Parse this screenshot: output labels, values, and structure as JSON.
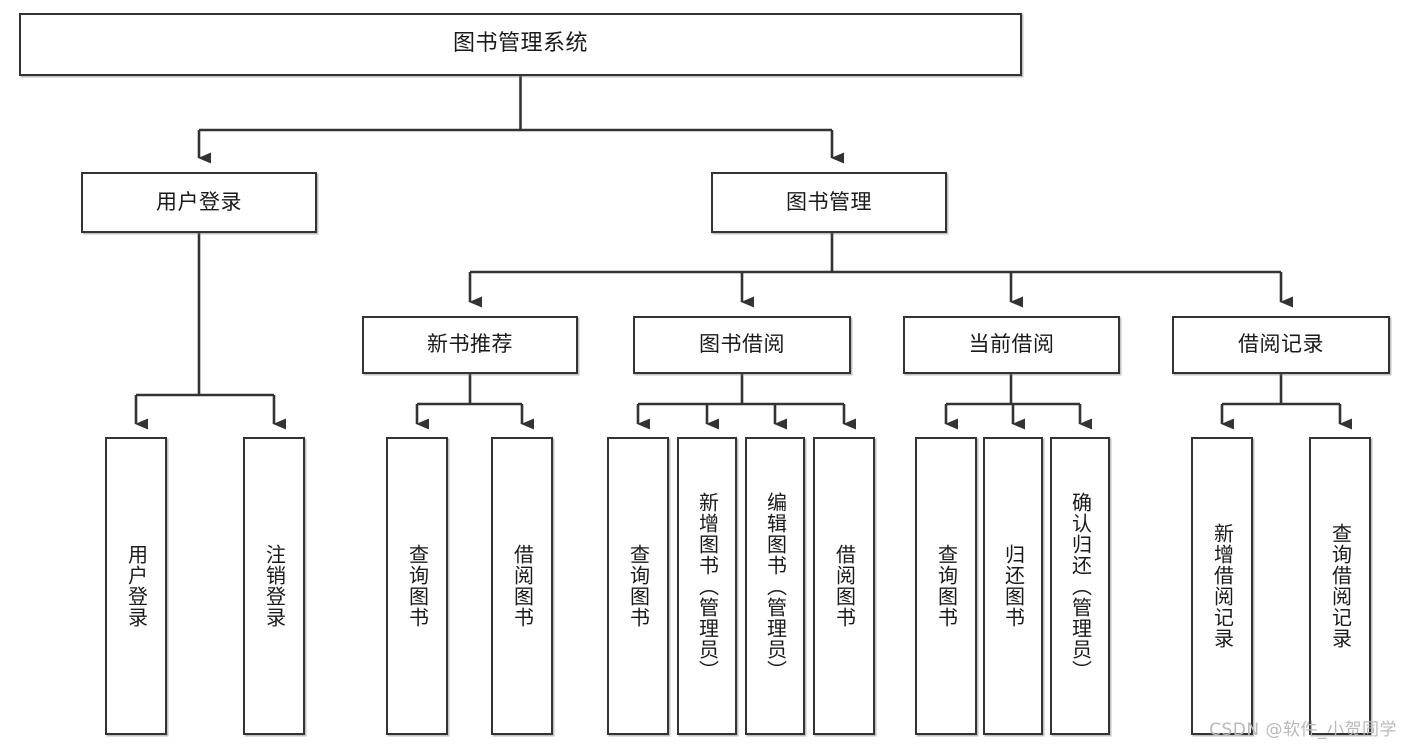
{
  "diagram": {
    "type": "hierarchy-tree",
    "title": "图书管理系统",
    "watermark": "CSDN @软件_小贺同学",
    "colors": {
      "border": "#333333",
      "background": "#ffffff",
      "text": "#1a1a1a",
      "connector": "#333333",
      "watermark": "#b9b9b9"
    },
    "nodes": {
      "root": "图书管理系统",
      "user_login": "用户登录",
      "book_manage": "图书管理",
      "new_book_rec": "新书推荐",
      "book_borrow": "图书借阅",
      "current_borrow": "当前借阅",
      "borrow_record": "借阅记录",
      "leaf_user_login": "用户登录",
      "leaf_logout_login": "注销登录",
      "leaf_rec_query_book": "查询图书",
      "leaf_rec_borrow_book": "借阅图书",
      "leaf_borrow_query_book": "查询图书",
      "leaf_borrow_add_book": "新增图书（管理员）",
      "leaf_borrow_edit_book": "编辑图书（管理员）",
      "leaf_borrow_borrow_book": "借阅图书",
      "leaf_cur_query_book": "查询图书",
      "leaf_cur_return_book": "归还图书",
      "leaf_cur_confirm_return": "确认归还（管理员）",
      "leaf_rec_add_record": "新增借阅记录",
      "leaf_rec_query_record": "查询借阅记录"
    }
  }
}
